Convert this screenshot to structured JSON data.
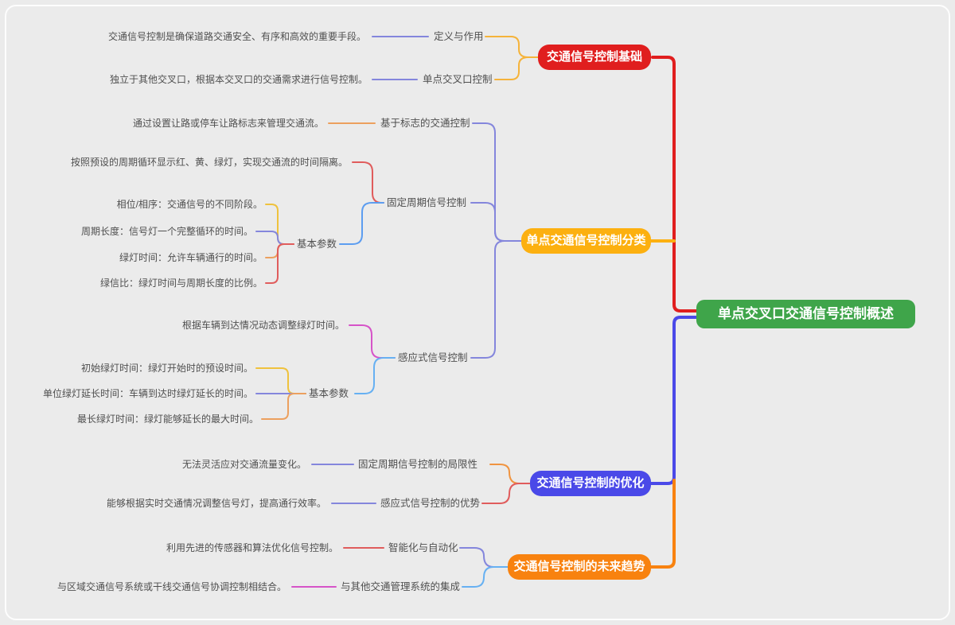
{
  "palette": {
    "background": "#ebebeb",
    "text": "#4f4f4f",
    "node_text": "#ffffff",
    "root_green": "#3fa54a",
    "branch_red": "#e01e1e",
    "branch_yellow": "#fcb010",
    "branch_blue": "#4a49e8",
    "branch_orange": "#f8820f",
    "line_gold": "#f5b33a",
    "line_purple": "#8486dc",
    "line_soft_orange": "#eca05e",
    "line_red": "#e05c5c",
    "line_blue": "#5c9df0",
    "line_sky": "#66b0f2",
    "line_magenta": "#d653c8",
    "line_yellow": "#efc23d",
    "line_orange": "#f09440"
  },
  "root": {
    "label": "单点交叉口交通信号控制概述"
  },
  "branches": [
    {
      "label": "交通信号控制基础",
      "children": [
        {
          "label": "定义与作用",
          "note": "交通信号控制是确保道路交通安全、有序和高效的重要手段。"
        },
        {
          "label": "单点交叉口控制",
          "note": "独立于其他交叉口，根据本交叉口的交通需求进行信号控制。"
        }
      ]
    },
    {
      "label": "单点交通信号控制分类",
      "children": [
        {
          "label": "基于标志的交通控制",
          "note": "通过设置让路或停车让路标志来管理交通流。"
        },
        {
          "label": "固定周期信号控制",
          "note": "按照预设的周期循环显示红、黄、绿灯，实现交通流的时间隔离。",
          "params": {
            "label": "基本参数",
            "items": [
              "相位/相序：交通信号的不同阶段。",
              "周期长度：信号灯一个完整循环的时间。",
              "绿灯时间：允许车辆通行的时间。",
              "绿信比：绿灯时间与周期长度的比例。"
            ]
          }
        },
        {
          "label": "感应式信号控制",
          "note": "根据车辆到达情况动态调整绿灯时间。",
          "params": {
            "label": "基本参数",
            "items": [
              "初始绿灯时间：绿灯开始时的预设时间。",
              "单位绿灯延长时间：车辆到达时绿灯延长的时间。",
              "最长绿灯时间：绿灯能够延长的最大时间。"
            ]
          }
        }
      ]
    },
    {
      "label": "交通信号控制的优化",
      "children": [
        {
          "label": "固定周期信号控制的局限性",
          "note": "无法灵活应对交通流量变化。"
        },
        {
          "label": "感应式信号控制的优势",
          "note": "能够根据实时交通情况调整信号灯，提高通行效率。"
        }
      ]
    },
    {
      "label": "交通信号控制的未来趋势",
      "children": [
        {
          "label": "智能化与自动化",
          "note": "利用先进的传感器和算法优化信号控制。"
        },
        {
          "label": "与其他交通管理系统的集成",
          "note": "与区域交通信号系统或干线交通信号协调控制相结合。"
        }
      ]
    }
  ]
}
